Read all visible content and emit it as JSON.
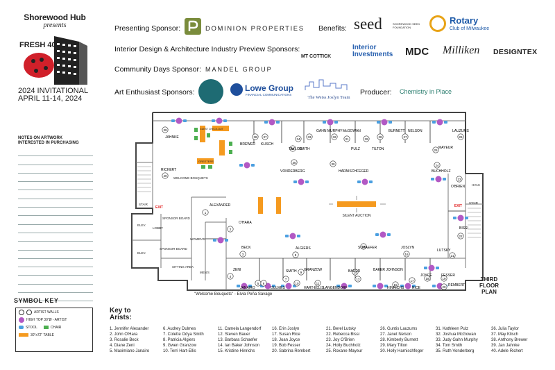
{
  "header": {
    "org_name": "Shorewood Hub",
    "presents": "presents",
    "event_logo_text": "FRESH 40",
    "event_title": "2024 INVITATIONAL",
    "event_dates": "APRIL 11-14, 2024"
  },
  "sponsors": {
    "presenting_label": "Presenting Sponsor:",
    "presenting_logo": "DOMINION PROPERTIES",
    "benefits_label": "Benefits:",
    "benefits_logo_1": "seed",
    "benefits_logo_1_sub": "SHOREWOOD SEED FOUNDATION",
    "benefits_logo_2": "Rotary",
    "benefits_logo_2_sub": "Club of Milwaukee",
    "interior_label": "Interior Design & Architecture Industry Preview Sponsors:",
    "interior_logos": [
      "MT COTTICK",
      "Interior Investments",
      "MDC",
      "Milliken",
      "DESIGNTEX"
    ],
    "community_label": "Community Days Sponsor:",
    "community_logo": "MANDEL GROUP",
    "art_label": "Art Enthusiast Sponsors:",
    "art_logo_1": "Lowe Group",
    "art_logo_1_sub": "FINANCIAL COMMUNICATIONS",
    "art_logo_2": "The Weiss Joslyn Team",
    "producer_label": "Producer:",
    "producer_logo": "Chemistry in Place"
  },
  "notes": {
    "title_line1": "NOTES ON ARTWORK",
    "title_line2": "INTERESTED IN PURCHASING"
  },
  "symbol_key": {
    "title": "SYMBOL KEY",
    "items": [
      {
        "label": "ARTIST WALLS"
      },
      {
        "label": "HIGH TOP 30\"Ø - ARTIST"
      },
      {
        "label": "STOOL"
      },
      {
        "label": "CHAIR"
      },
      {
        "label": "30\"x72\" TABLE"
      }
    ]
  },
  "key_to_artists": {
    "title_line1": "Key to",
    "title_line2": "Arists:",
    "columns": [
      [
        "1. Jennifer Alexander",
        "2. John O'Hara",
        "3. Rosalie Beck",
        "4. Diane Zeni",
        "5. Maximiano Janairo"
      ],
      [
        "6. Audrey Dulmes",
        "7. Colette Odya Smith",
        "8. Patricia Algiers",
        "9. Gwen Granzow",
        "10. Terri Hart-Ellis"
      ],
      [
        "11. Camela Langendorf",
        "12. Steven Bauer",
        "13. Barbara Schaefer",
        "14. Ian Baker Johnson",
        "15. Kristine Hinrichs"
      ],
      [
        "16. Erin Joslyn",
        "17. Susan Rice",
        "18. Joan Joyce",
        "19. Bob Fesser",
        "20. Sabrina Rembert"
      ],
      [
        "21. Berel Lutsky",
        "22. Rebecca Bissi",
        "23. Joy O'Brien",
        "24. Holly Buchholz",
        "25. Roxane Mayeur"
      ],
      [
        "26. Guntis Lauzums",
        "27. Janet Nelson",
        "28. Kimberly Burnett",
        "29. Mary Tilton",
        "30. Holly Harnischfeger"
      ],
      [
        "31. Kathleen Pulz",
        "32. Joshua McGowan",
        "33. Judy Gahn Murphy",
        "34. Tom Smith",
        "35. Ruth Vonderberg"
      ],
      [
        "36. Julia Taylor",
        "37. May Klisch",
        "38. Anthony Brewer",
        "39. Jan Jahnke",
        "40. Adele Richert"
      ]
    ]
  },
  "floor_plan": {
    "third_floor_line1": "THIRD",
    "third_floor_line2": "FLOOR",
    "third_floor_line3": "PLAN",
    "caption": "\"Welcome Bouquets\" - Elvia Peña Savage",
    "rooms": {
      "guest_checkout": "GUEST CHECK-OUT",
      "greeters": "GREETERS",
      "welcome_bouquets": "WELCOME BOUQUETS",
      "silent_auction": "SILENT AUCTION",
      "stair_left": "STAIR",
      "stair_right": "STAIR",
      "exit_left": "EXIT",
      "exit_right": "EXIT",
      "hvac": "HVAC",
      "elev_1": "ELEV.",
      "elev_2": "ELEV.",
      "lobby": "LOBBY",
      "sponsor_board_1": "SPONSOR BOARD",
      "sponsor_board_2": "SPONSOR BOARD",
      "womens": "WOMEN'S",
      "mens": "MEN'S",
      "sitting_area": "SITTING AREA"
    },
    "artists": [
      {
        "n": "39",
        "name": "JAHNKE"
      },
      {
        "n": "38",
        "name": "BREWER"
      },
      {
        "n": "37",
        "name": "KLISCH"
      },
      {
        "n": "36",
        "name": "TAYLOR"
      },
      {
        "n": "34",
        "name": "SMITH"
      },
      {
        "n": "33",
        "name": "GAHN MURPHY"
      },
      {
        "n": "32",
        "name": "McGOWAN"
      },
      {
        "n": "31",
        "name": "PULZ"
      },
      {
        "n": "29",
        "name": "TILTON"
      },
      {
        "n": "28",
        "name": "BURNETT"
      },
      {
        "n": "27",
        "name": "NELSON"
      },
      {
        "n": "26",
        "name": "LAUZUMS"
      },
      {
        "n": "25",
        "name": "MAYEUR"
      },
      {
        "n": "40",
        "name": "RICHERT"
      },
      {
        "n": "35",
        "name": "VONDERBERG"
      },
      {
        "n": "30",
        "name": "HARNISCHFEGER"
      },
      {
        "n": "24",
        "name": "BUCHHOLZ"
      },
      {
        "n": "23",
        "name": "O'BRIEN"
      },
      {
        "n": "1",
        "name": "ALEXANDER"
      },
      {
        "n": "2",
        "name": "O'HARA"
      },
      {
        "n": "22",
        "name": "BISSI"
      },
      {
        "n": "3",
        "name": "BECK"
      },
      {
        "n": "8",
        "name": "ALGIERS"
      },
      {
        "n": "13",
        "name": "SCHAEFER"
      },
      {
        "n": "16",
        "name": "JOSLYN"
      },
      {
        "n": "21",
        "name": "LUTSKY"
      },
      {
        "n": "4",
        "name": "ZENI"
      },
      {
        "n": "7",
        "name": "SMITH"
      },
      {
        "n": "9",
        "name": "GRANZOW"
      },
      {
        "n": "14",
        "name": "BAKER JOHNSON"
      },
      {
        "n": "12",
        "name": "BAUER"
      },
      {
        "n": "18",
        "name": "JOYCE"
      },
      {
        "n": "19",
        "name": "FESSER"
      },
      {
        "n": "5",
        "name": "JANAIRO"
      },
      {
        "n": "6",
        "name": "DULMES"
      },
      {
        "n": "10",
        "name": "HART-ELLIS"
      },
      {
        "n": "11",
        "name": "LANGENDORF"
      },
      {
        "n": "15",
        "name": "HINRICHS"
      },
      {
        "n": "17",
        "name": "RICE"
      },
      {
        "n": "20",
        "name": "REMBERT"
      }
    ]
  },
  "colors": {
    "table": "#f59a1f",
    "hightop": "#b259c4",
    "stool": "#4a9fe0",
    "chair": "#4caf50",
    "rotary": "#1e5aa8",
    "exit": "#e02020"
  }
}
